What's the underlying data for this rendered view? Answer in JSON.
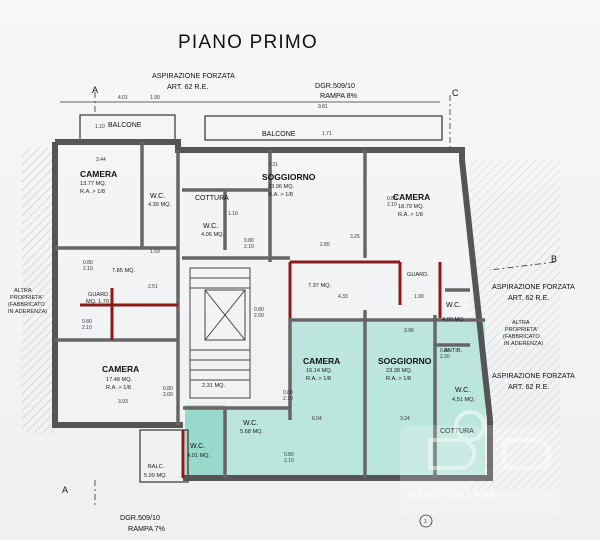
{
  "title": "PIANO PRIMO",
  "annotations": {
    "aspirazione_top": "ASPIRAZIONE FORZATA",
    "art_top": "ART. 62 R.E.",
    "dgr_top": "DGR.509/10",
    "rampa_top": "RAMPA 8%",
    "aspirazione_r1": "ASPIRAZIONE FORZATA",
    "art_r1": "ART. 62 R.E.",
    "aspirazione_r2": "ASPIRAZIONE FORZATA",
    "art_r2": "ART. 62 R.E.",
    "altra_right": [
      "ALTRA",
      "PROPRIETA'",
      "(FABBRICATO",
      "IN ADERENZA)"
    ],
    "altra_left": [
      "ALTRA",
      "PROPRIETA'",
      "(FABBRICATO",
      "IN ADERENZA)"
    ],
    "dgr_bottom": "DGR.509/10",
    "rampa_bottom": "RAMPA 7%"
  },
  "section_markers": {
    "a": "A",
    "c": "C",
    "b": "B",
    "circle": "1"
  },
  "balconies": [
    "BALCONE",
    "BALCONE",
    "BALC.",
    "5.90 MQ."
  ],
  "rooms": [
    {
      "name": "CAMERA",
      "area": "13.77 MQ.",
      "ra": "R.A. > 1/8"
    },
    {
      "name": "SOGGIORNO",
      "area": "23.96 MQ.",
      "ra": "R.A. > 1/8"
    },
    {
      "name": "CAMERA",
      "area": "18.79 MQ.",
      "ra": "R.A. > 1/8"
    },
    {
      "name": "CAMERA",
      "area": "17.48 MQ.",
      "ra": "R.A. > 1/8"
    },
    {
      "name": "CAMERA",
      "area": "16.14 MQ.",
      "ra": "R.A. > 1/8"
    },
    {
      "name": "SOGGIORNO",
      "area": "23.38 MQ.",
      "ra": "R.A. > 1/8"
    }
  ],
  "wcs": [
    {
      "name": "W.C.",
      "area": "4.39 MQ."
    },
    {
      "name": "W.C.",
      "area": "4.06 MQ."
    },
    {
      "name": "W.C.",
      "area": "4.00 MQ."
    },
    {
      "name": "W.C.",
      "area": "4.51 MQ."
    },
    {
      "name": "W.C.",
      "area": "4.01 MQ."
    },
    {
      "name": "W.C.",
      "area": "5.68 MQ."
    }
  ],
  "misc_labels": {
    "cottura_top": "COTTURA",
    "cottura_bottom": "COTTURA",
    "corridor_left": "7.85 MQ.",
    "corridor_center": "7.37 MQ.",
    "hall_bottom": "2.31 MQ.",
    "guard": "GUARD.",
    "antib": "ANTIB.",
    "guard_left": "GUARD.",
    "guard_left_area": "MQ. 1.70"
  },
  "door_heights": [
    "0.80",
    "2.10",
    "0.80",
    "2.10",
    "0.80",
    "2.00",
    "0.80",
    "2.10",
    "0.80",
    "2.10",
    "0.80",
    "2.10",
    "0.80",
    "2.10",
    "0.80",
    "2.00",
    "0.80",
    "2.20"
  ],
  "dimensions": [
    "4.01",
    "1.90",
    "9.81",
    "1.10",
    "1.71",
    "3.44",
    "7.31",
    "1.10",
    "3.25",
    "2.85",
    "4.33",
    "1.90",
    "2.51",
    "1.59",
    "3.93",
    "6.04",
    "3.24",
    "3.98"
  ],
  "watermark": {
    "brand": "IMMOBILIARE"
  }
}
